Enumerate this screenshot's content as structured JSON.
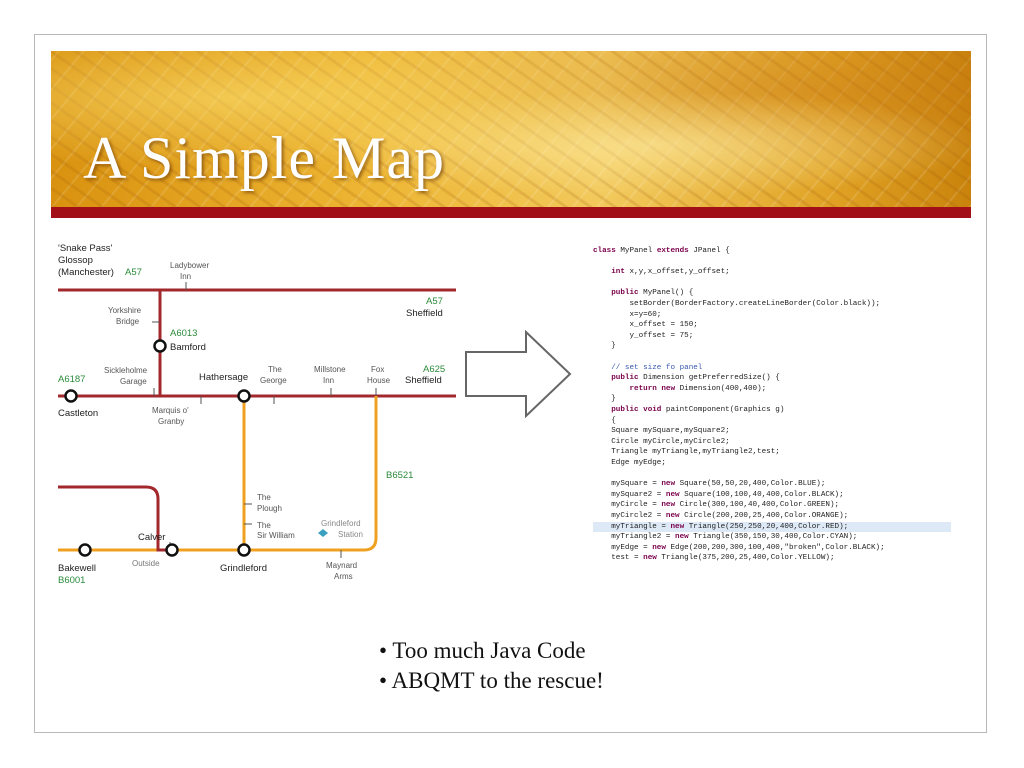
{
  "slide": {
    "title": "A Simple Map",
    "bullets": [
      "• Too much Java Code",
      "• ABQMT to the rescue!"
    ]
  },
  "map": {
    "labels": {
      "snake": "'Snake Pass'",
      "glossop": "Glossop",
      "manchester": "(Manchester)",
      "a57_left": "A57",
      "ladybower1": "Ladybower",
      "ladybower2": "Inn",
      "a57_right": "A57",
      "sheffield_top": "Sheffield",
      "yorkshire1": "Yorkshire",
      "yorkshire2": "Bridge",
      "a6013": "A6013",
      "bamford": "Bamford",
      "a6187": "A6187",
      "sickleholme1": "Sickleholme",
      "sickleholme2": "Garage",
      "hathersage": "Hathersage",
      "george1": "The",
      "george2": "George",
      "millstone1": "Millstone",
      "millstone2": "Inn",
      "fox1": "Fox",
      "fox2": "House",
      "a625": "A625",
      "sheffield_mid": "Sheffield",
      "castleton": "Castleton",
      "marquis1": "Marquis o'",
      "marquis2": "Granby",
      "b6521": "B6521",
      "plough1": "The",
      "plough2": "Plough",
      "sirwilliam1": "The",
      "sirwilliam2": "Sir William",
      "calver": "Calver",
      "grindleford_st1": "Grindleford",
      "grindleford_st2": "Station",
      "bakewell": "Bakewell",
      "b6001": "B6001",
      "outside": "Outside",
      "grindleford": "Grindleford",
      "maynard1": "Maynard",
      "maynard2": "Arms"
    },
    "colors": {
      "red_line": "#a3282c",
      "orange_line": "#f0a020",
      "green_text": "#2a8a3a"
    }
  },
  "code": {
    "lines": [
      [
        {
          "t": "class",
          "k": "kw"
        },
        {
          "t": " MyPanel "
        },
        {
          "t": "extends",
          "k": "kw"
        },
        {
          "t": " JPanel {"
        }
      ],
      [],
      [
        {
          "t": "    "
        },
        {
          "t": "int",
          "k": "kw"
        },
        {
          "t": " x,y,x_offset,y_offset;"
        }
      ],
      [],
      [
        {
          "t": "    "
        },
        {
          "t": "public",
          "k": "kw"
        },
        {
          "t": " MyPanel() {"
        }
      ],
      [
        {
          "t": "        setBorder(BorderFactory.createLineBorder(Color.black));"
        }
      ],
      [
        {
          "t": "        x=y=60;"
        }
      ],
      [
        {
          "t": "        x_offset = 150;"
        }
      ],
      [
        {
          "t": "        y_offset = 75;"
        }
      ],
      [
        {
          "t": "    }"
        }
      ],
      [],
      [
        {
          "t": "    // set size fo panel",
          "k": "cm"
        }
      ],
      [
        {
          "t": "    "
        },
        {
          "t": "public",
          "k": "kw"
        },
        {
          "t": " Dimension getPreferredSize() {"
        }
      ],
      [
        {
          "t": "        "
        },
        {
          "t": "return new",
          "k": "kw"
        },
        {
          "t": " Dimension(400,400);"
        }
      ],
      [
        {
          "t": "    }"
        }
      ],
      [
        {
          "t": "    "
        },
        {
          "t": "public void",
          "k": "kw"
        },
        {
          "t": " paintComponent(Graphics g)"
        }
      ],
      [
        {
          "t": "    {"
        }
      ],
      [
        {
          "t": "    Square mySquare,mySquare2;"
        }
      ],
      [
        {
          "t": "    Circle myCircle,myCircle2;"
        }
      ],
      [
        {
          "t": "    Triangle myTriangle,myTriangle2,test;"
        }
      ],
      [
        {
          "t": "    Edge myEdge;"
        }
      ],
      [],
      [
        {
          "t": "    mySquare = "
        },
        {
          "t": "new",
          "k": "kw"
        },
        {
          "t": " Square(50,50,20,400,Color.BLUE);"
        }
      ],
      [
        {
          "t": "    mySquare2 = "
        },
        {
          "t": "new",
          "k": "kw"
        },
        {
          "t": " Square(100,100,40,400,Color.BLACK);"
        }
      ],
      [
        {
          "t": "    myCircle = "
        },
        {
          "t": "new",
          "k": "kw"
        },
        {
          "t": " Circle(300,100,40,400,Color.GREEN);"
        }
      ],
      [
        {
          "t": "    myCircle2 = "
        },
        {
          "t": "new",
          "k": "kw"
        },
        {
          "t": " Circle(200,200,25,400,Color.ORANGE);"
        }
      ],
      [
        {
          "t": "    myTriangle = "
        },
        {
          "t": "new",
          "k": "kw"
        },
        {
          "t": " Triangle(250,250,20,400,Color.RED);"
        }
      ],
      [
        {
          "t": "    myTriangle2 = "
        },
        {
          "t": "new",
          "k": "kw"
        },
        {
          "t": " Triangle(350,150,30,400,Color.CYAN);"
        }
      ],
      [
        {
          "t": "    myEdge = "
        },
        {
          "t": "new",
          "k": "kw"
        },
        {
          "t": " Edge(200,200,300,100,400,\"broken\",Color.BLACK);"
        }
      ],
      [
        {
          "t": "    test = "
        },
        {
          "t": "new",
          "k": "kw"
        },
        {
          "t": " Triangle(375,200,25,400,Color.YELLOW);"
        }
      ]
    ],
    "highlight_line": 26
  }
}
